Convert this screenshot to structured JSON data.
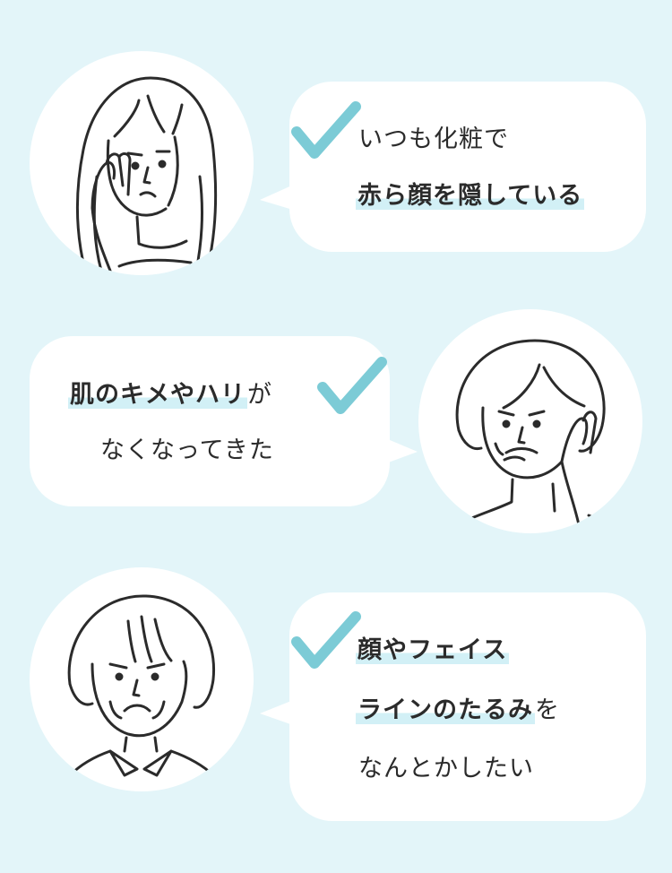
{
  "colors": {
    "background": "#e3f5f9",
    "bubble": "#ffffff",
    "check": "#7ccbd6",
    "highlight": "#d2f0f6",
    "text": "#2b2b2b"
  },
  "icons": {
    "check": "check-icon",
    "woman1": "woman-long-hair-hand-on-cheek-icon",
    "woman2": "woman-bob-hair-hand-on-chin-icon",
    "woman3": "woman-bob-collar-worried-icon"
  },
  "block1": {
    "line1": "いつも化粧で",
    "line2": "赤ら顔を隠している"
  },
  "block2": {
    "line1_bold": "肌のキメやハリ",
    "line1_plain": "が",
    "line2": "なくなってきた"
  },
  "block3": {
    "line1": "顔やフェイス",
    "line2_bold": "ラインのたるみ",
    "line2_plain": "を",
    "line3": "なんとかしたい"
  }
}
